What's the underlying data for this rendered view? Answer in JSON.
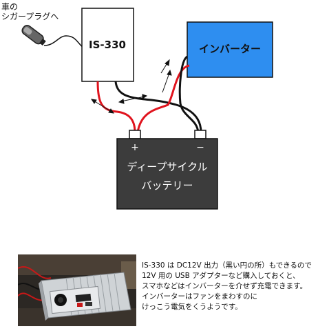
{
  "diagram": {
    "cigar_label_line1": "車の",
    "cigar_label_line2": "シガープラグへ",
    "device_label": "IS-330",
    "inverter_label": "インバーター",
    "battery_label_line1": "ディープサイクル",
    "battery_label_line2": "バッテリー",
    "plus_label": "+",
    "minus_label": "−"
  },
  "colors": {
    "inverter_fill": "#2e8ef0",
    "battery_fill": "#3c3c3c",
    "red_wire": "#e0141e",
    "black_wire": "#111111"
  },
  "caption": {
    "lines": [
      "IS-330 は DC12V 出力（黒い円の所）もできるので",
      "12V 用の USB アダプターなど購入しておくと、",
      "スマホなどはインバーターを介せず充電できます。",
      "インバーターはファンをまわすのに",
      "けっこう電気をくうようです。"
    ]
  }
}
